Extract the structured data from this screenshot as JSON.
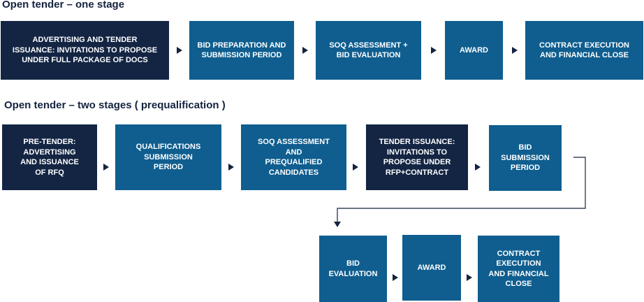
{
  "section1": {
    "title": "Open tender – one stage",
    "steps": [
      "ADVERTISING AND TENDER\nISSUANCE: INVITATIONS TO PROPOSE\nUNDER FULL PACKAGE OF DOCS",
      "BID PREPARATION AND\nSUBMISSION PERIOD",
      "SOQ ASSESSMENT +\nBID EVALUATION",
      "AWARD",
      "CONTRACT EXECUTION\nAND FINANCIAL CLOSE"
    ]
  },
  "section2": {
    "title": "Open tender – two stages ( prequalification )",
    "steps": [
      "PRE-TENDER:\nADVERTISING\nAND ISSUANCE\nOF RFQ",
      "QUALIFICATIONS\nSUBMISSION\nPERIOD",
      "SOQ ASSESSMENT\nAND\nPREQUALIFIED\nCANDIDATES",
      "TENDER ISSUANCE:\nINVITATIONS TO\nPROPOSE UNDER\nRFP+CONTRACT",
      "BID\nSUBMISSION\nPERIOD",
      "BID\nEVALUATION",
      "AWARD",
      "CONTRACT\nEXECUTION\nAND FINANCIAL\nCLOSE"
    ]
  },
  "colors": {
    "dark_box": "#132543",
    "blue_box": "#0f5e8f",
    "arrow": "#14233f",
    "connector": "#14233f"
  }
}
